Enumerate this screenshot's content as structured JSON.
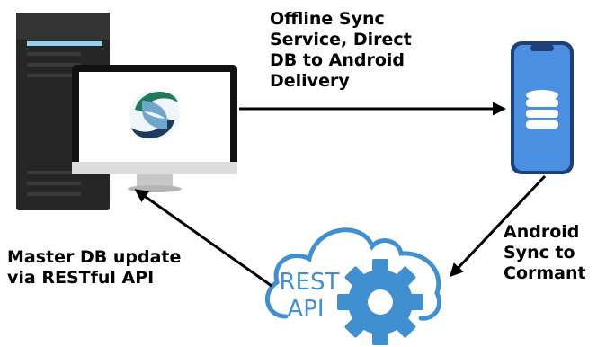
{
  "labels": {
    "top": [
      "Offline Sync",
      "Service, Direct",
      "DB to Android",
      "Delivery"
    ],
    "left": [
      "Master DB update",
      "via RESTful API"
    ],
    "right": [
      "Android",
      "Sync to",
      "Cormant"
    ]
  },
  "cloud_text": [
    "REST",
    "API"
  ],
  "icons": {
    "server": "server-tower-icon",
    "monitor": "monitor-icon",
    "logo": "cormant-logo",
    "phone": "smartphone-icon",
    "database": "database-icon",
    "cloud": "cloud-icon",
    "gear": "gear-icon"
  },
  "colors": {
    "server_dark": "#1f1f1f",
    "server_mid": "#2e2e2e",
    "server_accent": "#8fd3f0",
    "logo_green": "#1f7a5c",
    "logo_navy": "#1e3a5f",
    "logo_light": "#6fa6c9",
    "phone_blue": "#4a8fe0",
    "api_blue": "#3f8fd1",
    "line": "#000000"
  }
}
